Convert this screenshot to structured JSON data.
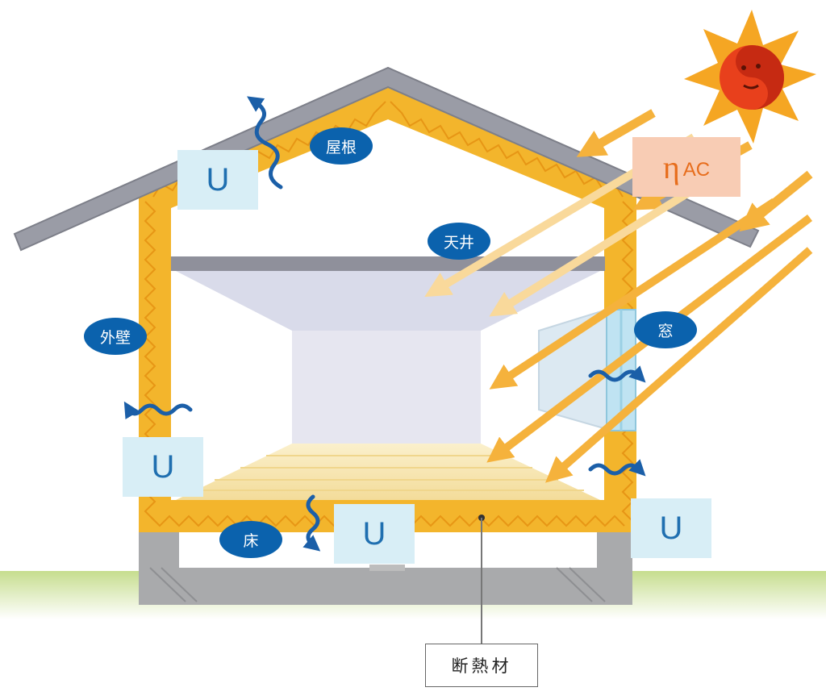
{
  "labels": {
    "roof": "屋根",
    "ceiling": "天井",
    "outer_wall": "外壁",
    "window": "窓",
    "floor": "床",
    "insulation": "断熱材"
  },
  "u_symbol": "U",
  "eta": {
    "symbol": "η",
    "subscript": "AC"
  },
  "colors": {
    "insulation": "#f3b52c",
    "roof": "#9a9ca6",
    "label_pill": "#0b62ad",
    "u_box": "#d8eef6",
    "u_text": "#1f6fb0",
    "eta_box": "#f8ccb4",
    "eta_text": "#e76d1c",
    "sun_arrow": "#f5b23c",
    "heat_arrow": "#1b5fa8",
    "ground": "#cfe2a0",
    "foundation": "#a9aaac"
  }
}
